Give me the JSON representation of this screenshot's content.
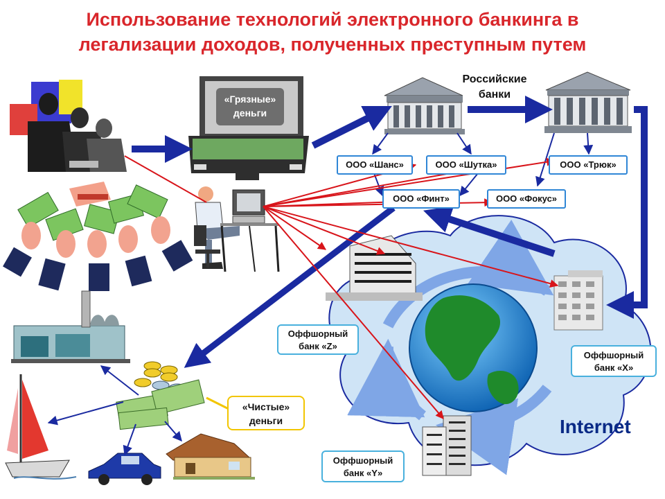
{
  "title_line1": "Использование технологий электронного банкинга в",
  "title_line2": "легализации доходов, полученных преступным путем",
  "dirty_money": [
    "«Грязные»",
    "деньги"
  ],
  "clean_money": [
    "«Чистые»",
    "деньги"
  ],
  "russian_banks": [
    "Российские",
    "банки"
  ],
  "companies": {
    "shans": "ООО «Шанс»",
    "shutka": "ООО «Шутка»",
    "tryuk": "ООО «Трюк»",
    "fint": "ООО «Финт»",
    "fokus": "ООО «Фокус»"
  },
  "offshore_z": [
    "Оффшорный",
    "банк «Z»"
  ],
  "offshore_x": [
    "Оффшорный",
    "банк «X»"
  ],
  "offshore_y": [
    "Оффшорный",
    "банк «Y»"
  ],
  "internet": "Internet",
  "colors": {
    "title": "#d9262b",
    "flow_arrow": "#1a2aa0",
    "red_lines": "#d8141a",
    "cloud": "#cfe4f6",
    "box_border": "#2f86d6"
  }
}
